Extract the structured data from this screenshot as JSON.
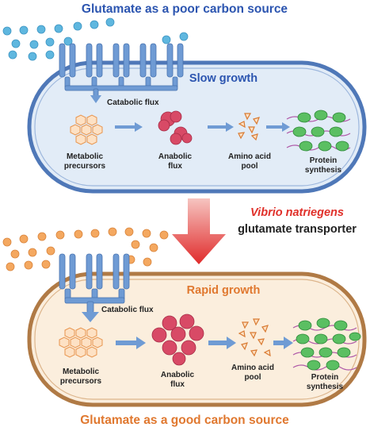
{
  "top_title": "Glutamate as a poor carbon source",
  "bottom_title": "Glutamate as a good carbon source",
  "transporter_label": {
    "species": "Vibrio natriegens",
    "rest": "glutamate transporter"
  },
  "slow_cell": {
    "growth_label": "Slow growth",
    "catabolic_label": "Catabolic flux",
    "stages": {
      "metabolic_line1": "Metabolic",
      "metabolic_line2": "precursors",
      "anabolic_line1": "Anabolic",
      "anabolic_line2": "flux",
      "aminoacid_line1": "Amino acid",
      "aminoacid_line2": "pool",
      "protein_line1": "Protein",
      "protein_line2": "synthesis"
    }
  },
  "rapid_cell": {
    "growth_label": "Rapid growth",
    "catabolic_label": "Catabolic flux",
    "stages": {
      "metabolic_line1": "Metabolic",
      "metabolic_line2": "precursors",
      "anabolic_line1": "Anabolic",
      "anabolic_line2": "flux",
      "aminoacid_line1": "Amino acid",
      "aminoacid_line2": "pool",
      "protein_line1": "Protein",
      "protein_line2": "synthesis"
    }
  },
  "colors": {
    "title_blue": "#2c55b0",
    "title_orange": "#e0782f",
    "species_red": "#e0302a",
    "slow_cell_fill": "#e2ecf7",
    "slow_cell_stroke": "#4f78b8",
    "rapid_cell_fill": "#fbeedd",
    "rapid_cell_stroke": "#b07a45",
    "glutamate_blue": "#5fb7df",
    "glutamate_orange": "#f4a860",
    "transporter_blue": "#6f9bd4",
    "anabolic_red": "#d84a66",
    "ribosome_green": "#5bbf62",
    "big_arrow_red": "#e02b2b"
  }
}
